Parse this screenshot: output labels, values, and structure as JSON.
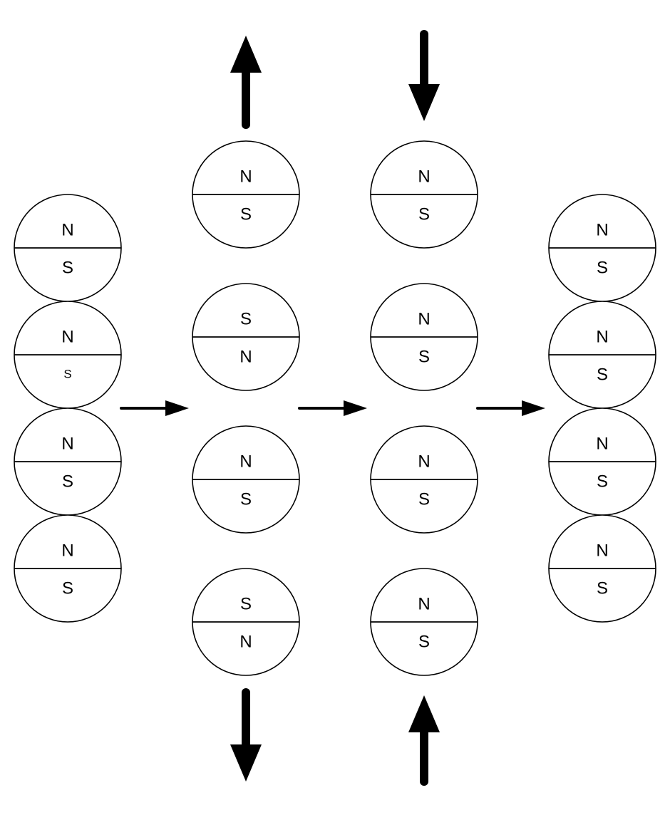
{
  "stages": [
    {
      "magnets": [
        {
          "top": "N",
          "bottom": "S"
        },
        {
          "top": "N",
          "bottom": "S"
        },
        {
          "top": "N",
          "bottom": "S"
        },
        {
          "top": "N",
          "bottom": "S"
        }
      ]
    },
    {
      "magnets": [
        {
          "top": "N",
          "bottom": "S"
        },
        {
          "top": "S",
          "bottom": "N"
        },
        {
          "top": "N",
          "bottom": "S"
        },
        {
          "top": "S",
          "bottom": "N"
        }
      ]
    },
    {
      "magnets": [
        {
          "top": "N",
          "bottom": "S"
        },
        {
          "top": "N",
          "bottom": "S"
        },
        {
          "top": "N",
          "bottom": "S"
        },
        {
          "top": "N",
          "bottom": "S"
        }
      ]
    },
    {
      "magnets": [
        {
          "top": "N",
          "bottom": "S"
        },
        {
          "top": "N",
          "bottom": "S"
        },
        {
          "top": "N",
          "bottom": "S"
        },
        {
          "top": "N",
          "bottom": "S"
        }
      ]
    }
  ],
  "force_arrows": [
    {
      "stage": 1,
      "direction": "up"
    },
    {
      "stage": 1,
      "direction": "down"
    },
    {
      "stage": 2,
      "direction": "down"
    },
    {
      "stage": 2,
      "direction": "up"
    }
  ],
  "transition_arrows": [
    {
      "from_stage": 0,
      "to_stage": 1,
      "direction": "right"
    },
    {
      "from_stage": 1,
      "to_stage": 2,
      "direction": "right"
    },
    {
      "from_stage": 2,
      "to_stage": 3,
      "direction": "right"
    }
  ],
  "colors": {
    "stroke": "#000000",
    "fill": "#ffffff"
  }
}
